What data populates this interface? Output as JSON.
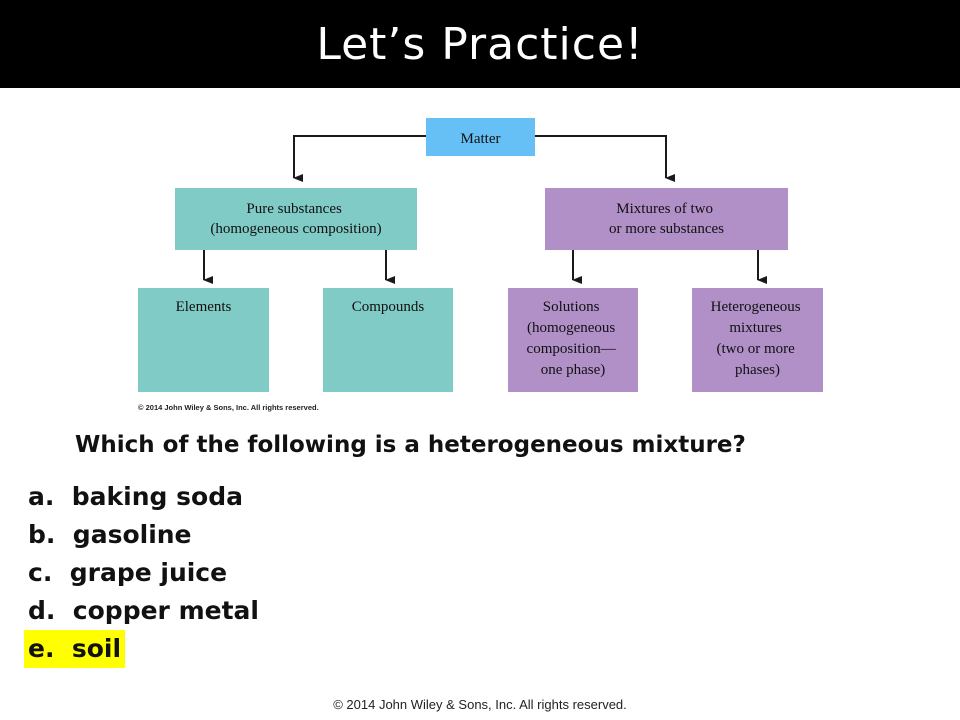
{
  "slide": {
    "title": "Let’s Practice!",
    "footer": "© 2014 John Wiley & Sons, Inc. All rights reserved."
  },
  "diagram": {
    "credit": "© 2014 John Wiley & Sons, Inc. All rights reserved.",
    "colors": {
      "matter": "#67c0f5",
      "pure": "#80cbc6",
      "mixture": "#b190c8",
      "line": "#1a1a1a"
    },
    "nodes": {
      "matter": [
        "Matter"
      ],
      "pure": [
        "Pure substances",
        "(homogeneous composition)"
      ],
      "mixtures": [
        "Mixtures of two",
        "or more substances"
      ],
      "elements": [
        "Elements"
      ],
      "compounds": [
        "Compounds"
      ],
      "solutions": [
        "Solutions",
        "(homogeneous",
        "composition—",
        "one phase)"
      ],
      "heterogeneous": [
        "Heterogeneous",
        "mixtures",
        "(two or more",
        "phases)"
      ]
    }
  },
  "question": {
    "text": "Which of the following is a heterogeneous mixture?",
    "highlight_color": "#ffff00",
    "options": [
      "a.  baking soda",
      "b.  gasoline",
      "c.  grape juice",
      "d.  copper metal",
      "e.  soil"
    ],
    "highlighted_index": 4
  }
}
